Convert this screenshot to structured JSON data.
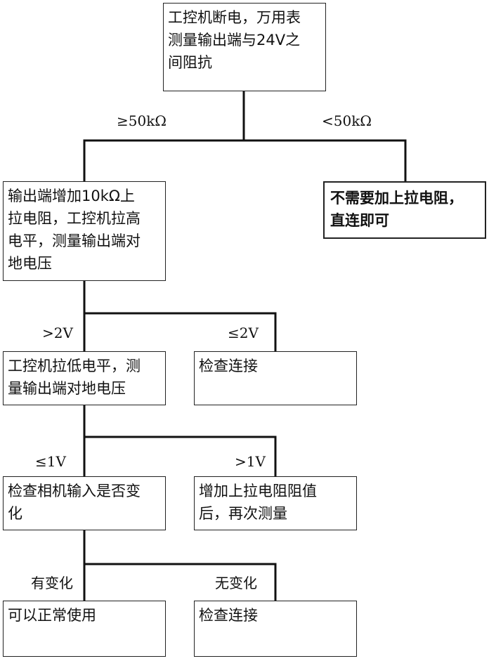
{
  "boxes": {
    "start": "工控机断电，万用表\n测量输出端与24V之\n间阻抗",
    "pullup_test": "输出端增加10kΩ上\n拉电阻，工控机拉高\n电平，测量输出端对\n地电压",
    "no_pullup": "不需要加上拉电阻，\n直连即可",
    "low_test": "工控机拉低电平，测\n量输出端对地电压",
    "check_conn_1": "检查连接",
    "check_camera": "检查相机输入是否变\n化",
    "increase_resistor": "增加上拉电阻阻值\n后，再次测量",
    "usable": "可以正常使用",
    "check_conn_2": "检查连接"
  },
  "labels": {
    "ge50k": "≥50kΩ",
    "lt50k": "<50kΩ",
    "gt2v": ">2V",
    "le2v": "≤2V",
    "le1v": "≤1V",
    "gt1v": ">1V",
    "changed": "有变化",
    "unchanged": "无变化"
  }
}
